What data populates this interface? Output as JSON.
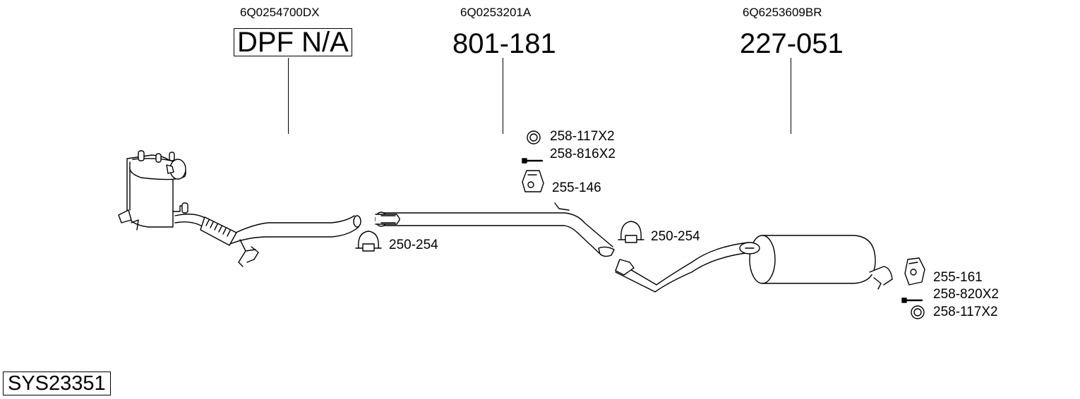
{
  "oem_codes": {
    "dpf": "6Q0254700DX",
    "middle_pipe": "6Q0253201A",
    "rear_silencer": "6Q6253609BR"
  },
  "part_numbers": {
    "dpf": "DPF N/A",
    "middle_pipe": "801-181",
    "rear_silencer": "227-051"
  },
  "accessories": {
    "ring_top": "258-117X2",
    "bolt_top": "258-816X2",
    "hanger_top": "255-146",
    "clamp_left": "250-254",
    "clamp_right": "250-254",
    "hanger_rear": "255-161",
    "bolt_rear": "258-820X2",
    "ring_rear": "258-117X2"
  },
  "system_code": "SYS23351"
}
